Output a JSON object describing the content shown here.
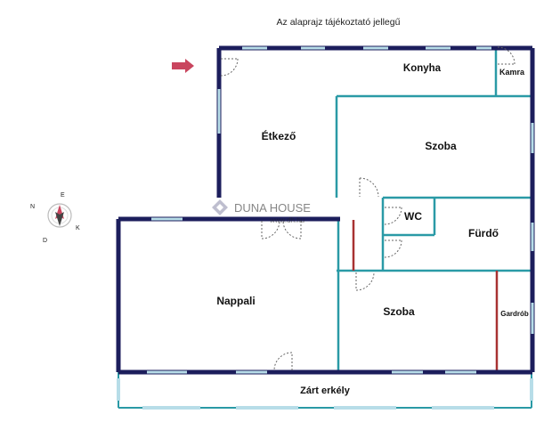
{
  "header": {
    "note": "Az alaprajz tájékoztató jellegű"
  },
  "watermark": {
    "brand": "DUNA HOUSE",
    "url": "www.dh.hu"
  },
  "compass": {
    "letters": [
      "N",
      "E",
      "K",
      "D"
    ]
  },
  "rooms": {
    "konyha": "Konyha",
    "kamra": "Kamra",
    "etkezo": "Étkező",
    "szoba_top": "Szoba",
    "wc": "WC",
    "furdo": "Fürdő",
    "nappali": "Nappali",
    "szoba_bottom": "Szoba",
    "gardrob": "Gardrób",
    "zart_erkely": "Zárt erkély"
  },
  "colors": {
    "wall_outer": "#1c1e5c",
    "wall_inner": "#2a9aa6",
    "partition": "#a83232",
    "window": "#b7dde8",
    "entrance_arrow": "#c9455e",
    "door": "#666666"
  }
}
